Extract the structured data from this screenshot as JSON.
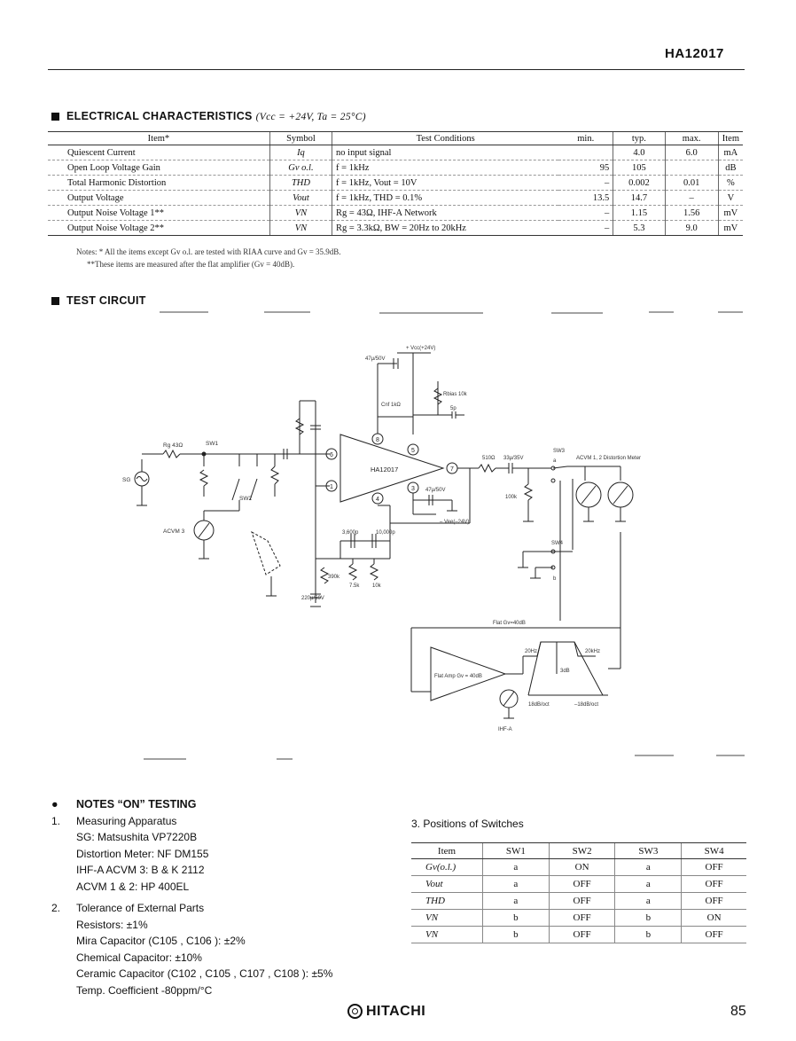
{
  "header": {
    "part_number": "HA12017"
  },
  "electrical": {
    "title": "ELECTRICAL  CHARACTERISTICS",
    "conditions": "(Vcc = +24V,  Ta = 25°C)",
    "columns": [
      "Item*",
      "Symbol",
      "Test Conditions",
      "min.",
      "typ.",
      "max.",
      "Item"
    ],
    "rows": [
      {
        "item": "Quiescent Current",
        "symbol": "Iq",
        "cond": "no input signal",
        "min": "",
        "typ": "4.0",
        "max": "6.0",
        "unit": "mA"
      },
      {
        "item": "Open Loop Voltage Gain",
        "symbol": "Gv o.l.",
        "cond": "f = 1kHz",
        "min": "95",
        "typ": "105",
        "max": "",
        "unit": "dB"
      },
      {
        "item": "Total Harmonic Distortion",
        "symbol": "THD",
        "cond": "f = 1kHz,  Vout = 10V",
        "min": "–",
        "typ": "0.002",
        "max": "0.01",
        "unit": "%"
      },
      {
        "item": "Output Voltage",
        "symbol": "Vout",
        "cond": "f = 1kHz,  THD = 0.1%",
        "min": "13.5",
        "typ": "14.7",
        "max": "–",
        "unit": "V"
      },
      {
        "item": "Output Noise Voltage 1**",
        "symbol": "VN",
        "cond": "Rg = 43Ω,  IHF-A Network",
        "min": "–",
        "typ": "1.15",
        "max": "1.56",
        "unit": "mV"
      },
      {
        "item": "Output Noise Voltage 2**",
        "symbol": "VN",
        "cond": "Rg = 3.3kΩ,  BW = 20Hz to 20kHz",
        "min": "–",
        "typ": "5.3",
        "max": "9.0",
        "unit": "mV"
      }
    ],
    "note1": "Notes: *  All the items except Gv o.l. are tested with RIAA curve and Gv = 35.9dB.",
    "note2": "**These items are measured after the flat amplifier (Gv = 40dB)."
  },
  "test_circuit": {
    "title": "TEST  CIRCUIT",
    "labels": {
      "vcc": "+ Vcc(+24V)",
      "c47": "47μ/50V",
      "rbias": "Rbias 10k",
      "c1k": "Cnf 1kΩ",
      "c5p": "5p",
      "sg": "SG",
      "r43": "Rg 43Ω",
      "sw1": "SW1",
      "ic": "HA12017",
      "r510": "510Ω",
      "c33": "33μ/35V",
      "r100k": "100k",
      "sw3": "SW3",
      "acvm12": "ACVM 1, 2  Distortion Meter",
      "acvm3": "ACVM 3",
      "sw2": "SW2",
      "sw4": "SW4",
      "c3600": "3,600p",
      "c10000": "10,000p",
      "r7": "7.5k",
      "r10k": "10k",
      "r390k": "390k",
      "c220": "220μ/50V",
      "c47b": "47μ/50V",
      "vee": "– Vee(–24V)",
      "flat": "Flat Gv=40dB",
      "flatamp": "Flat Amp Gv = 40dB",
      "f20": "20Hz",
      "f20k": "20kHz",
      "db3": "3dB",
      "oct1": "18dB/oct",
      "oct2": "–18dB/oct",
      "ihfa": "IHF-A",
      "a": "a",
      "b": "b",
      "pin6": "6",
      "pin1": "1",
      "pin7": "7",
      "pin8": "8",
      "pin5": "5",
      "pin4": "4",
      "pin3": "3"
    }
  },
  "notes": {
    "title": "NOTES  “ON”  TESTING",
    "n1_num": "1.",
    "n1_title": "Measuring Apparatus",
    "n1_lines": [
      "SG: Matsushita VP7220B",
      "Distortion Meter: NF DM155",
      "IHF-A ACVM 3: B & K 2112",
      "ACVM 1 & 2: HP 400EL"
    ],
    "n2_num": "2.",
    "n2_title": "Tolerance of External Parts",
    "n2_lines": [
      "Resistors: ±1%",
      "Mira Capacitor (C105 , C106 ): ±2%",
      "Chemical Capacitor: ±10%",
      "Ceramic Capacitor (C102 , C105 , C107 , C108 ): ±5%",
      "Temp. Coefficient  -80ppm/°C"
    ]
  },
  "switches": {
    "title": "3.   Positions of Switches",
    "columns": [
      "Item",
      "SW1",
      "SW2",
      "SW3",
      "SW4"
    ],
    "rows": [
      [
        "Gv(o.l.)",
        "a",
        "ON",
        "a",
        "OFF"
      ],
      [
        "Vout",
        "a",
        "OFF",
        "a",
        "OFF"
      ],
      [
        "THD",
        "a",
        "OFF",
        "a",
        "OFF"
      ],
      [
        "VN",
        "b",
        "OFF",
        "b",
        "ON"
      ],
      [
        "VN",
        "b",
        "OFF",
        "b",
        "OFF"
      ]
    ]
  },
  "footer": {
    "brand": "HITACHI",
    "page": "85"
  }
}
